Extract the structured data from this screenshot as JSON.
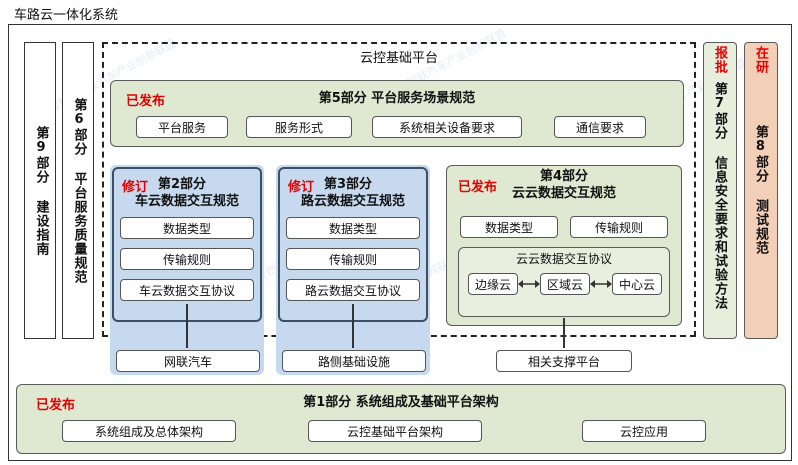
{
  "title": "车路云一体化系统",
  "cloud_platform_title": "云控基础平台",
  "part9": "第9部分 建设指南",
  "part6": "第6部分 平台服务质量规范",
  "part7": {
    "tag": "报批",
    "text": "第7部分 信息安全要求和试验方法"
  },
  "part8": {
    "tag": "在研",
    "text": "第8部分 测试规范"
  },
  "part5": {
    "tag": "已发布",
    "title": "第5部分  平台服务场景规范",
    "items": [
      "平台服务",
      "服务形式",
      "系统相关设备要求",
      "通信要求"
    ]
  },
  "part2": {
    "tag": "修订",
    "title_l1": "第2部分",
    "title_l2": "车云数据交互规范",
    "items": [
      "数据类型",
      "传输规则",
      "车云数据交互协议"
    ],
    "bottom": "网联汽车"
  },
  "part3": {
    "tag": "修订",
    "title_l1": "第3部分",
    "title_l2": "路云数据交互规范",
    "items": [
      "数据类型",
      "传输规则",
      "路云数据交互协议"
    ],
    "bottom": "路侧基础设施"
  },
  "part4": {
    "tag": "已发布",
    "title_l1": "第4部分",
    "title_l2": "云云数据交互规范",
    "items": [
      "数据类型",
      "传输规则"
    ],
    "protocol": "云云数据交互协议",
    "clouds": [
      "边缘云",
      "区域云",
      "中心云"
    ],
    "bottom": "相关支撑平台"
  },
  "part1": {
    "tag": "已发布",
    "title": "第1部分  系统组成及基础平台架构",
    "items": [
      "系统组成及总体架构",
      "云控基础平台架构",
      "云控应用"
    ]
  },
  "watermark": "中国智能网联汽车产业创新联盟",
  "colors": {
    "green": "#dfe8d0",
    "blue": "#c6d9ee",
    "red_tag": "#e60000",
    "part8_fill": "#f4cfb8"
  }
}
